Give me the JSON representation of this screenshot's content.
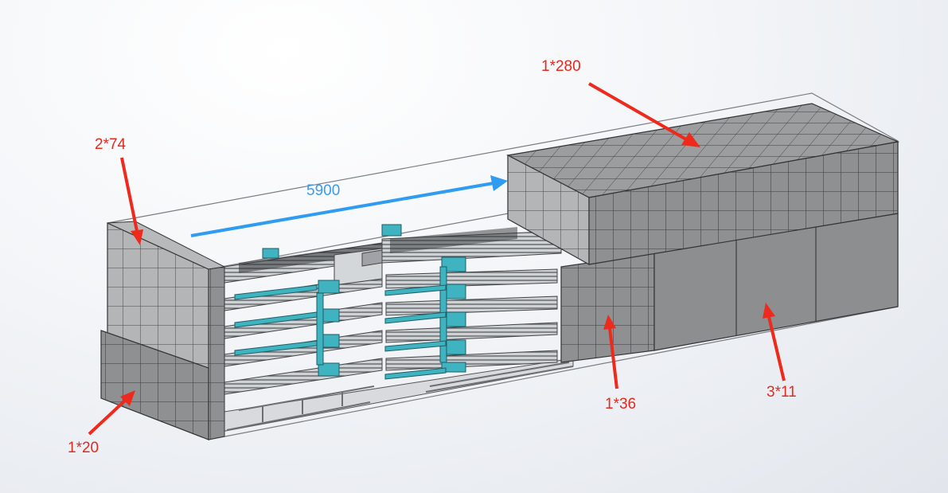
{
  "colors": {
    "annotation_red": "#ed2a1c",
    "dimension_blue": "#2f9cf2",
    "block_gray": "#8a8b8d",
    "machine_teal": "#3fb4c0"
  },
  "labels": {
    "top_stack": "1*280",
    "left_upper": "2*74",
    "left_lower": "1*20",
    "middle_stack": "1*36",
    "right_panels": "3*11",
    "dimension": "5900"
  }
}
